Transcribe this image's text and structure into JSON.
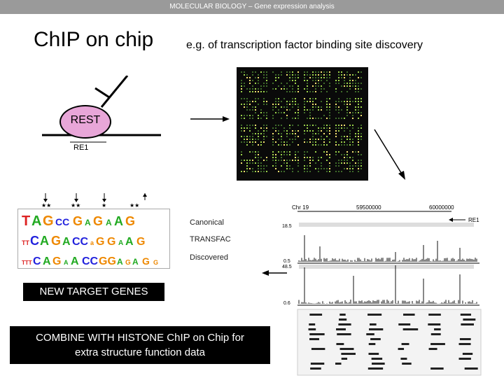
{
  "header": {
    "topbar_text": "MOLECULAR BIOLOGY  –  Gene expression analysis"
  },
  "slide": {
    "title": "ChIP on chip",
    "subtitle": "e.g. of transcription factor binding site discovery"
  },
  "antibody_diagram": {
    "protein_label": "REST",
    "site_label": "RE1",
    "protein_color": "#e8a6d8"
  },
  "motif_panel": {
    "rows": [
      "Canonical",
      "TRANSFAC",
      "Discovered"
    ]
  },
  "boxes": {
    "new_targets": "NEW TARGET GENES",
    "combine_line1": "COMBINE WITH HISTONE ChIP on Chip for",
    "combine_line2": "extra structure function data"
  },
  "genome_plot": {
    "chrom_label": "Chr 19",
    "pos_start": "59500000",
    "pos_end": "60000000",
    "re1_label": "RE1",
    "y_ticks_top": [
      "18.5",
      "0.5"
    ],
    "y_ticks_bottom": [
      "48.5",
      "0.6"
    ]
  }
}
